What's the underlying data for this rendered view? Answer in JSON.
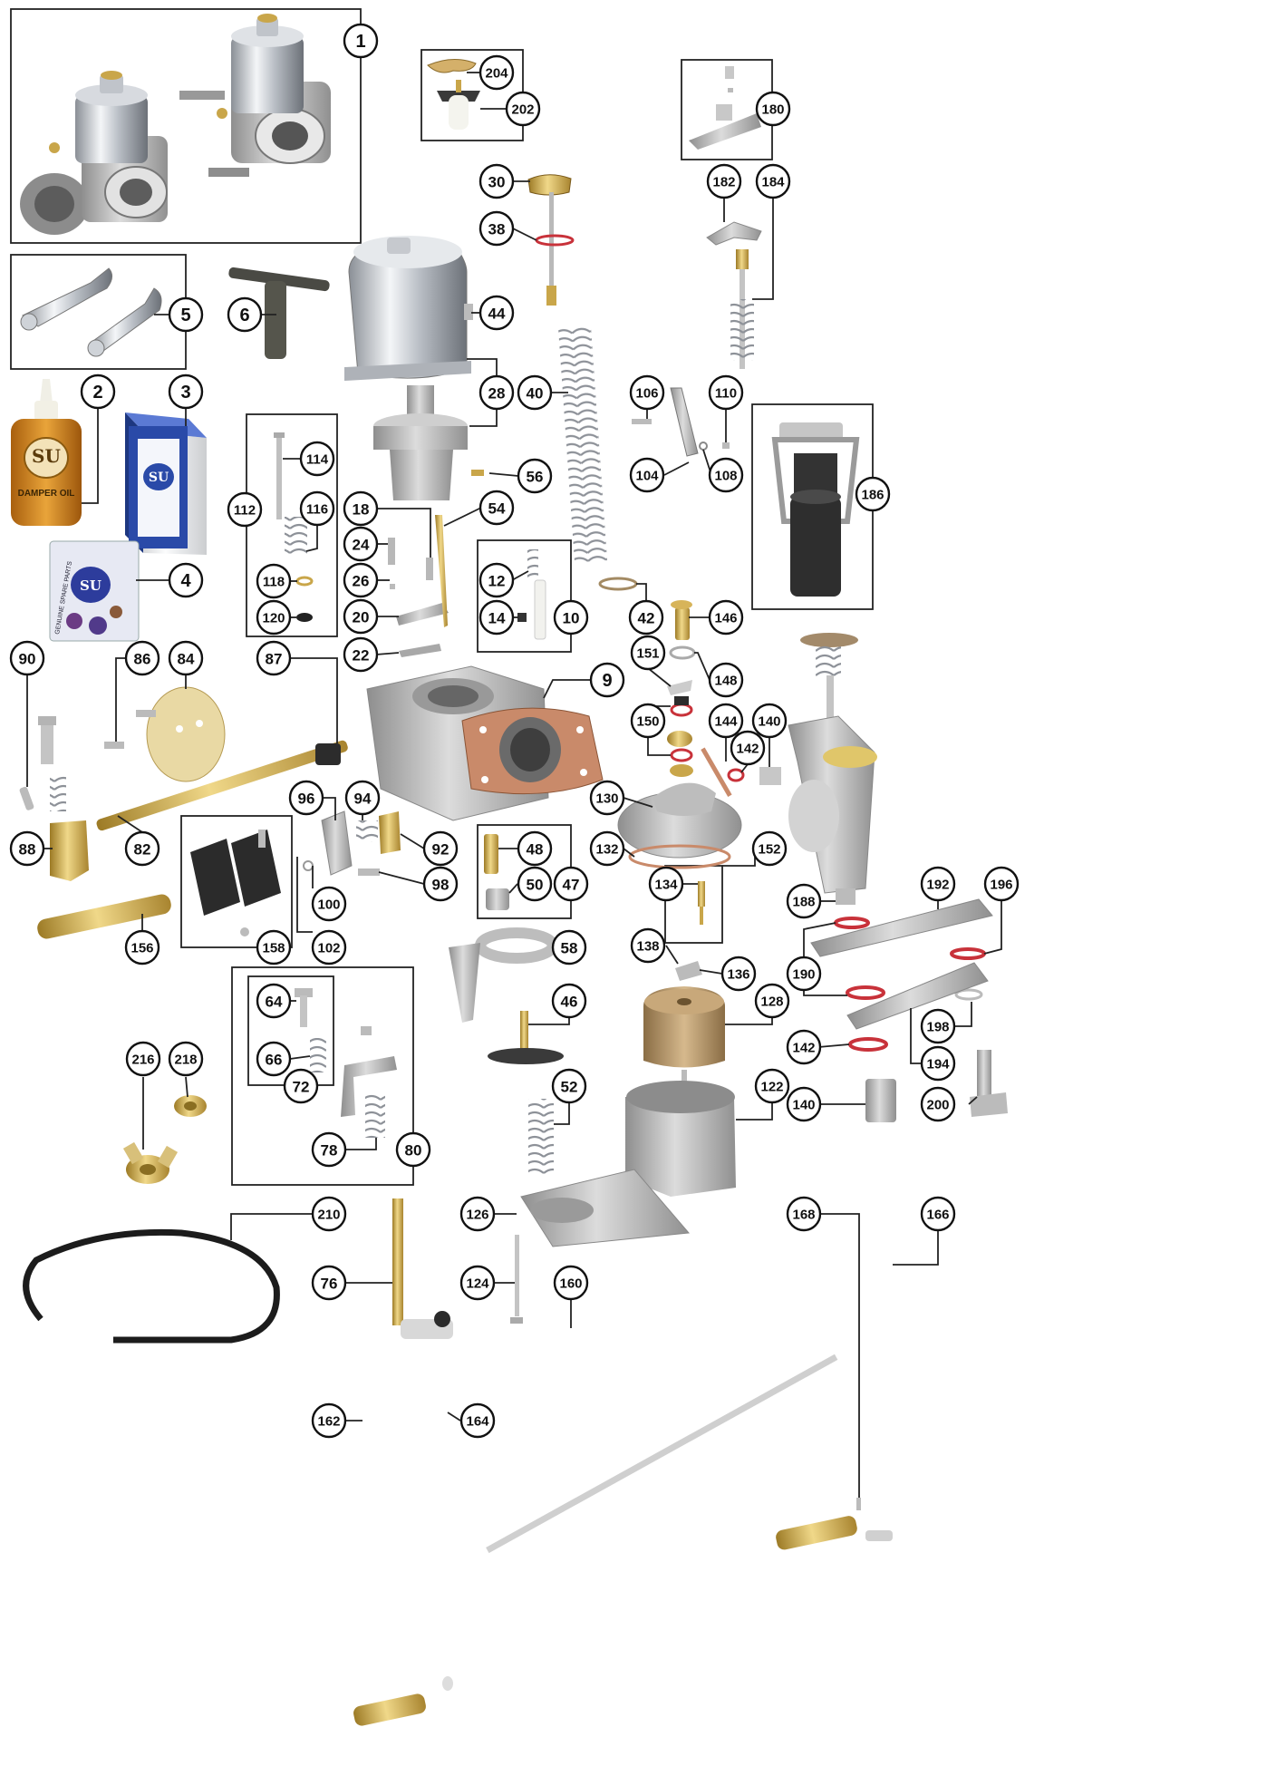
{
  "callouts": {
    "c1": "1",
    "c2": "2",
    "c3": "3",
    "c4": "4",
    "c5": "5",
    "c6": "6",
    "c9": "9",
    "c10": "10",
    "c12": "12",
    "c14": "14",
    "c18": "18",
    "c20": "20",
    "c22": "22",
    "c24": "24",
    "c26": "26",
    "c28": "28",
    "c30": "30",
    "c38": "38",
    "c40": "40",
    "c42": "42",
    "c44": "44",
    "c46": "46",
    "c47": "47",
    "c48": "48",
    "c50": "50",
    "c52": "52",
    "c54": "54",
    "c56": "56",
    "c58": "58",
    "c64": "64",
    "c66": "66",
    "c72": "72",
    "c76": "76",
    "c78": "78",
    "c80": "80",
    "c82": "82",
    "c84": "84",
    "c86": "86",
    "c87": "87",
    "c88": "88",
    "c90": "90",
    "c92": "92",
    "c94": "94",
    "c96": "96",
    "c98": "98",
    "c100": "100",
    "c102": "102",
    "c104": "104",
    "c106": "106",
    "c108": "108",
    "c110": "110",
    "c112": "112",
    "c114": "114",
    "c116": "116",
    "c118": "118",
    "c120": "120",
    "c122": "122",
    "c124": "124",
    "c126": "126",
    "c128": "128",
    "c130": "130",
    "c132": "132",
    "c134": "134",
    "c136": "136",
    "c138": "138",
    "c140a": "140",
    "c140b": "140",
    "c142a": "142",
    "c142b": "142",
    "c144": "144",
    "c146": "146",
    "c148": "148",
    "c150": "150",
    "c151": "151",
    "c152": "152",
    "c156": "156",
    "c158": "158",
    "c160": "160",
    "c162": "162",
    "c164": "164",
    "c166": "166",
    "c168": "168",
    "c180": "180",
    "c182": "182",
    "c184": "184",
    "c186": "186",
    "c188": "188",
    "c190": "190",
    "c192": "192",
    "c194": "194",
    "c196": "196",
    "c198": "198",
    "c200": "200",
    "c202": "202",
    "c204": "204",
    "c210": "210",
    "c216": "216",
    "c218": "218"
  },
  "products": {
    "damper_oil_label": "DAMPER OIL",
    "oil_brand": "SU",
    "box_brand": "SU",
    "kit_brand": "SU",
    "kit_label": "GENUINE SPARE PARTS"
  },
  "colors": {
    "brass": "#c9a64a",
    "chrome": "#c8ccd2",
    "alloy": "#b4b4b4",
    "oil": "#d2891e",
    "gasket": "#c98a6a",
    "red_washer": "#c8323a",
    "box_blue": "#2a4aa8",
    "rubber": "#2b2b2b"
  }
}
